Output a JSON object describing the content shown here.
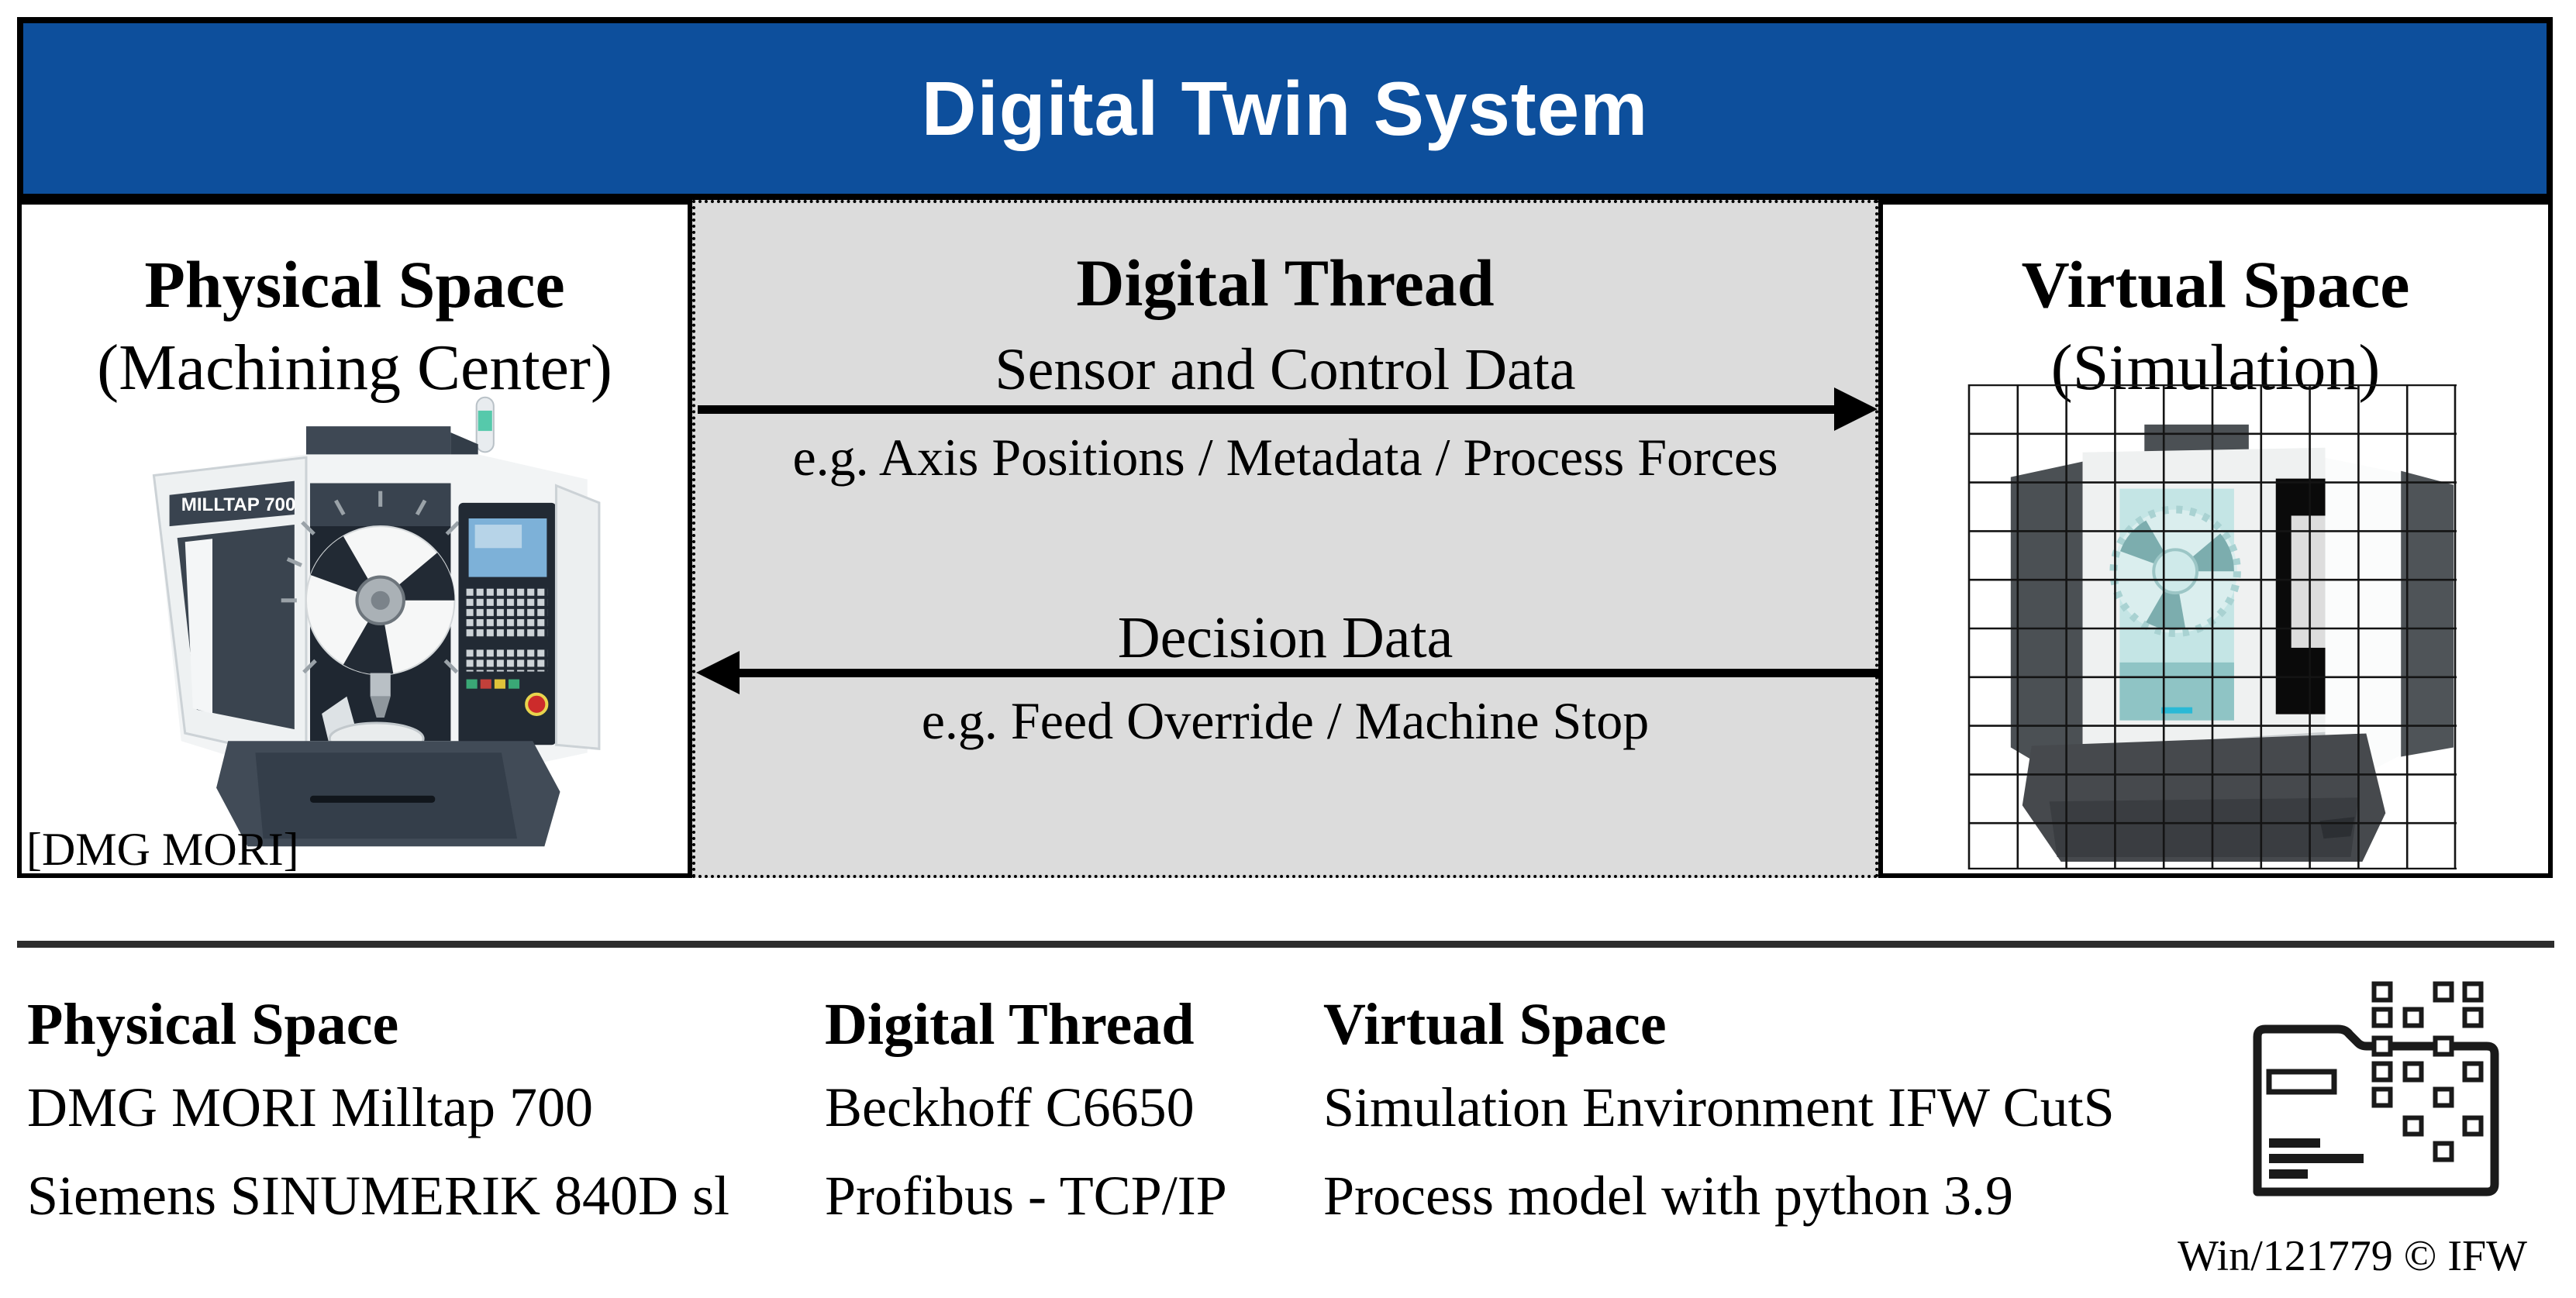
{
  "header": {
    "title": "Digital Twin System"
  },
  "panels": {
    "physical": {
      "title": "Physical Space",
      "subtitle": "(Machining Center)",
      "source_credit": "[DMG MORI]",
      "machine_label": "MILLTAP 700"
    },
    "thread": {
      "title": "Digital Thread",
      "flows": [
        {
          "label": "Sensor and Control Data",
          "example": "e.g. Axis Positions / Metadata / Process Forces",
          "direction": "physical-to-virtual"
        },
        {
          "label": "Decision Data",
          "example": "e.g. Feed Override / Machine Stop",
          "direction": "virtual-to-physical"
        }
      ]
    },
    "virtual": {
      "title": "Virtual Space",
      "subtitle": "(Simulation)"
    }
  },
  "legend": {
    "columns": [
      {
        "title": "Physical Space",
        "rows": [
          "DMG MORI Milltap 700",
          "Siemens SINUMERIK 840D sl"
        ]
      },
      {
        "title": "Digital Thread",
        "rows": [
          "Beckhoff C6650",
          "Profibus - TCP/IP"
        ]
      },
      {
        "title": "Virtual Space",
        "rows": [
          "Simulation Environment IFW CutS",
          "Process model with python 3.9"
        ]
      }
    ]
  },
  "footer": {
    "credit": "Win/121779 © IFW"
  },
  "icons": {
    "folder_pixel_icon": "folder-dissolving-into-pixels",
    "machine_photo": "dmg-mori-milltap-700-photo",
    "voxel_machine": "voxelized-simulation-of-machine"
  },
  "colors": {
    "header_blue": "#0d4f9c",
    "thread_gray": "#dcdcdc",
    "separator": "#2d2d2d",
    "border_black": "#000000"
  }
}
